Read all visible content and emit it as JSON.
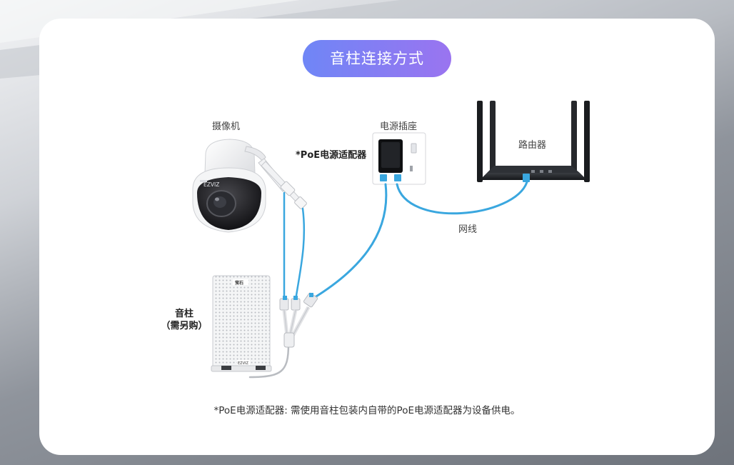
{
  "title": "音柱连接方式",
  "labels": {
    "camera": "摄像机",
    "poe_adapter": "*PoE电源适配器",
    "power_socket": "电源插座",
    "router": "路由器",
    "network_cable": "网线",
    "speaker_line1": "音柱",
    "speaker_line2": "（需另购）"
  },
  "footnote": "*PoE电源适配器: 需使用音柱包装内自带的PoE电源适配器为设备供电。",
  "brand_marks": {
    "camera": "EZVIZ",
    "speaker_top": "萤石",
    "speaker_bottom": "EZVIZ"
  },
  "colors": {
    "cable": "#3aa7df",
    "title_gradient_start": "#6f86f6",
    "title_gradient_end": "#9a74f0"
  }
}
